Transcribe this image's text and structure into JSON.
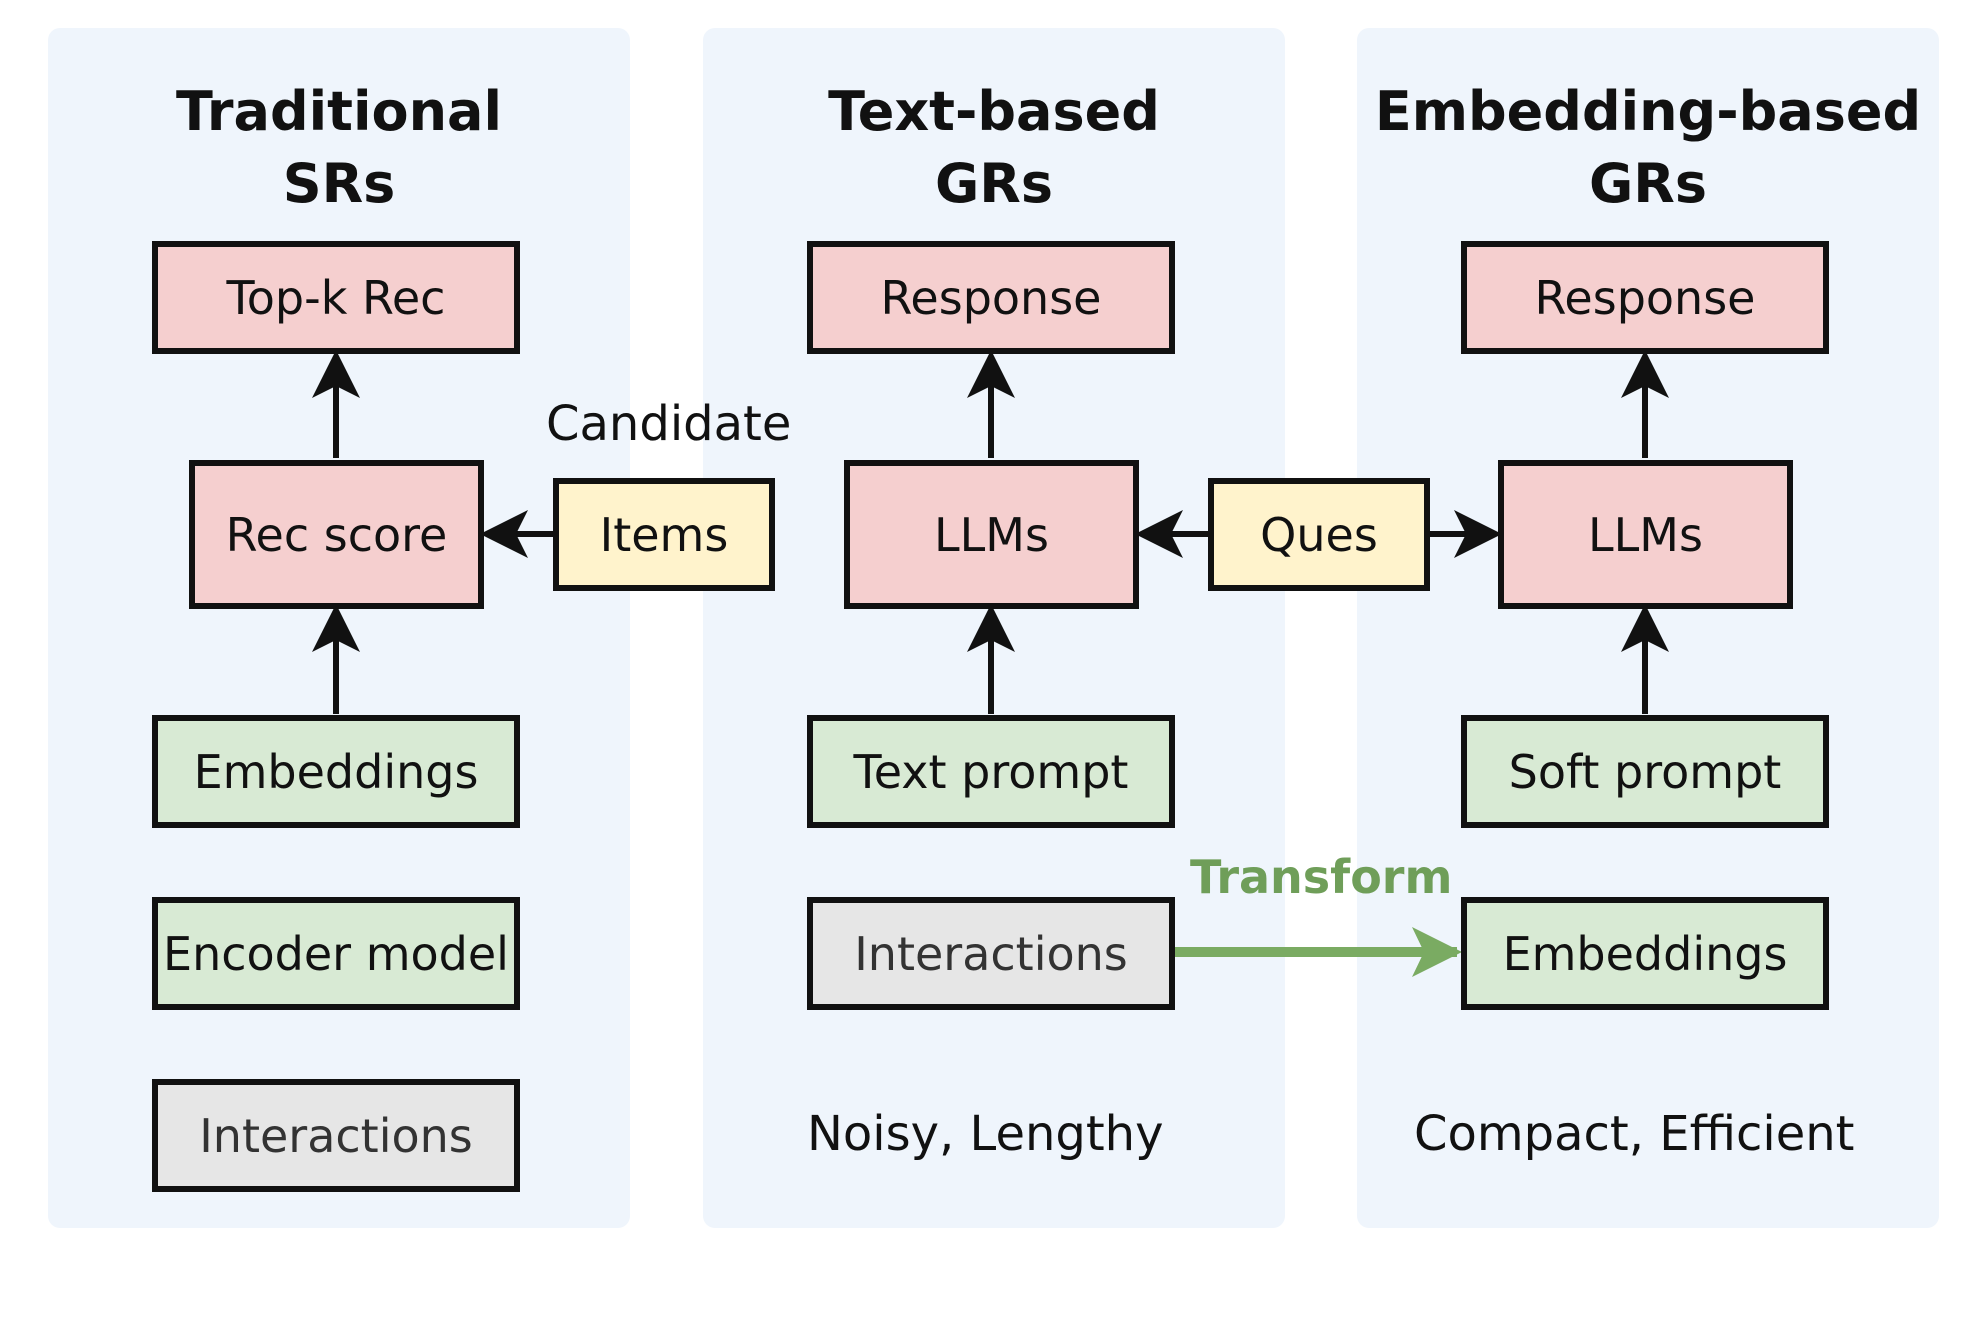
{
  "panels": {
    "traditional": {
      "title_line1": "Traditional",
      "title_line2": "SRs"
    },
    "text_based": {
      "title_line1": "Text-based",
      "title_line2": "GRs"
    },
    "embedding_based": {
      "title_line1": "Embedding-based",
      "title_line2": "GRs"
    }
  },
  "traditional": {
    "top_k_rec": "Top-k Rec",
    "rec_score": "Rec score",
    "embeddings": "Embeddings",
    "encoder_model": "Encoder model",
    "interactions": "Interactions"
  },
  "candidate": {
    "label": "Candidate",
    "items": "Items"
  },
  "text_based": {
    "response": "Response",
    "llms": "LLMs",
    "text_prompt": "Text prompt",
    "interactions": "Interactions",
    "caption": "Noisy, Lengthy"
  },
  "ques": "Ques",
  "embedding_based": {
    "response": "Response",
    "llms": "LLMs",
    "soft_prompt": "Soft prompt",
    "embeddings": "Embeddings",
    "caption": "Compact, Efficient"
  },
  "transform_label": "Transform",
  "colors": {
    "panel_bg": "#eff5fc",
    "output_box": "#f5cfcf",
    "input_box": "#d8ead4",
    "query_box": "#fff3cc",
    "raw_box": "#e6e6e6",
    "transform_arrow": "#7aab62"
  }
}
